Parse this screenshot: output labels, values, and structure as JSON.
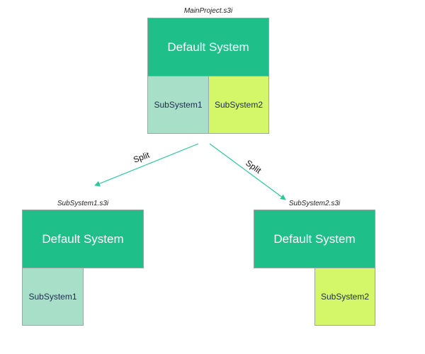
{
  "main_project": {
    "filename": "MainProject.s3i",
    "default_system_label": "Default System",
    "subsystem1_label": "SubSystem1",
    "subsystem2_label": "SubSystem2"
  },
  "split_arrows": {
    "left_label": "Split",
    "right_label": "Split"
  },
  "subsystem1_project": {
    "filename": "SubSystem1.s3i",
    "default_system_label": "Default System",
    "subsystem_label": "SubSystem1"
  },
  "subsystem2_project": {
    "filename": "SubSystem2.s3i",
    "default_system_label": "Default System",
    "subsystem_label": "SubSystem2"
  },
  "colors": {
    "default_system": "#1fbf8a",
    "subsystem1": "#a8dfc8",
    "subsystem2": "#d4f76a",
    "arrow": "#2fc79a"
  }
}
